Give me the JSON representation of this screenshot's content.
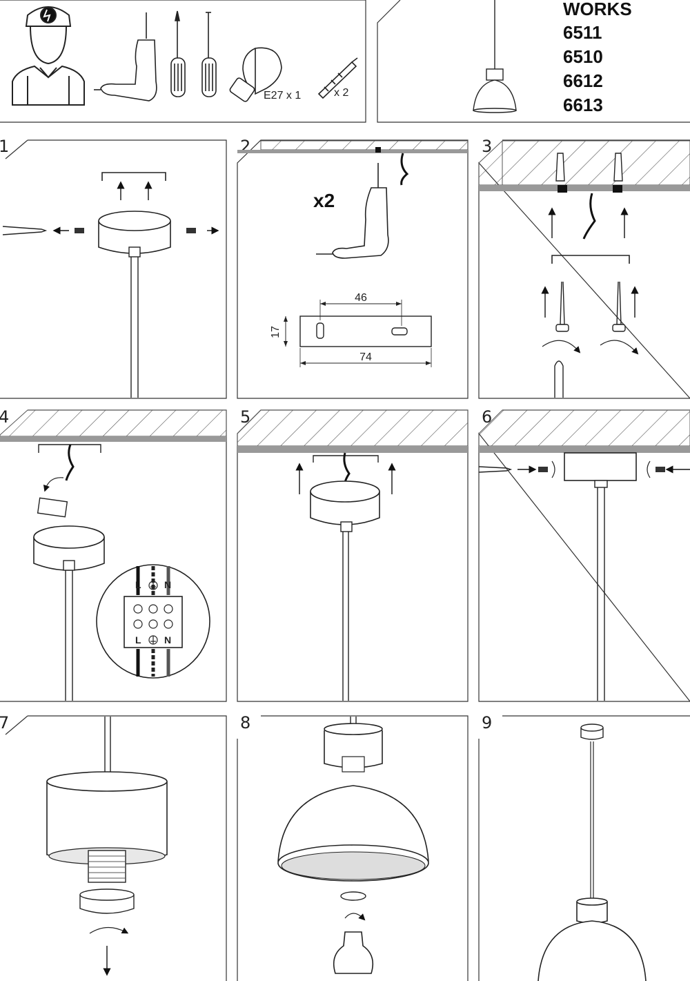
{
  "header": {
    "models": [
      "WORKS",
      "6511",
      "6510",
      "6612",
      "6613"
    ],
    "tools": {
      "bulb_label": "E27 x 1",
      "anchor_label": "x 2"
    }
  },
  "steps": {
    "s1": {
      "number": "1"
    },
    "s2": {
      "number": "2",
      "drill_count": "x2",
      "dim_spacing": "46",
      "dim_height": "17",
      "dim_width": "74"
    },
    "s3": {
      "number": "3"
    },
    "s4": {
      "number": "4",
      "terminal_top": [
        "L",
        "N"
      ],
      "terminal_bottom": [
        "L",
        "N"
      ]
    },
    "s5": {
      "number": "5"
    },
    "s6": {
      "number": "6"
    },
    "s7": {
      "number": "7"
    },
    "s8": {
      "number": "8"
    },
    "s9": {
      "number": "9"
    }
  },
  "icons": [
    "electrician-icon",
    "drill-icon",
    "screwdriver-phillips-icon",
    "screwdriver-flat-icon",
    "bulb-icon",
    "wall-plug-icon",
    "ground-symbol-icon"
  ]
}
